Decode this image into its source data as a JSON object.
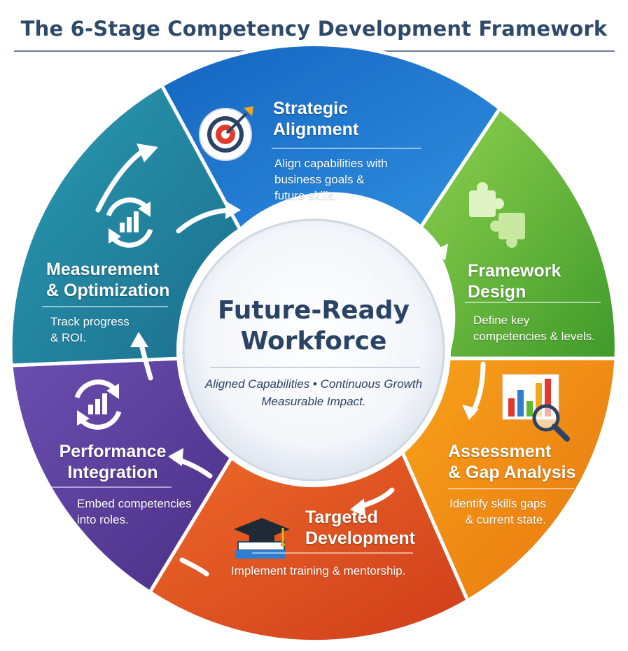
{
  "title": "The 6-Stage Competency Development Framework",
  "center": {
    "title_line1": "Future-Ready",
    "title_line2": "Workforce",
    "subtitle_line1": "Aligned Capabilities • Continuous Growth",
    "subtitle_line2": "Measurable Impact."
  },
  "stages": [
    {
      "key": "strategic",
      "title_line1": "Strategic",
      "title_line2": "Alignment",
      "desc_line1": "Align capabilities with",
      "desc_line2": "business goals &",
      "desc_line3": "future skills.",
      "icon": "target-icon",
      "color": "#1d73c9"
    },
    {
      "key": "framework",
      "title_line1": "Framework",
      "title_line2": "Design",
      "desc_line1": "Define key",
      "desc_line2": "competencies & levels.",
      "icon": "puzzle-icon",
      "color": "#5fb82f"
    },
    {
      "key": "assessment",
      "title_line1": "Assessment",
      "title_line2": "& Gap Analysis",
      "desc_line1": "Identify skills gaps",
      "desc_line2": "& current state.",
      "icon": "chart-magnifier-icon",
      "color": "#f08a17"
    },
    {
      "key": "targeted",
      "title_line1": "Targeted",
      "title_line2": "Development",
      "desc_line1": "Implement training & mentorship.",
      "icon": "graduation-cap-icon",
      "color": "#e4521f"
    },
    {
      "key": "performance",
      "title_line1": "Performance",
      "title_line2": "Integration",
      "desc_line1": "Embed competencies",
      "desc_line2": "into roles.",
      "icon": "cycle-chart-icon",
      "color": "#5b3e9b"
    },
    {
      "key": "measurement",
      "title_line1": "Measurement",
      "title_line2": "& Optimization",
      "desc_line1": "Track progress",
      "desc_line2": "& ROI.",
      "icon": "cycle-chart-icon",
      "color": "#1f8aa0"
    }
  ]
}
